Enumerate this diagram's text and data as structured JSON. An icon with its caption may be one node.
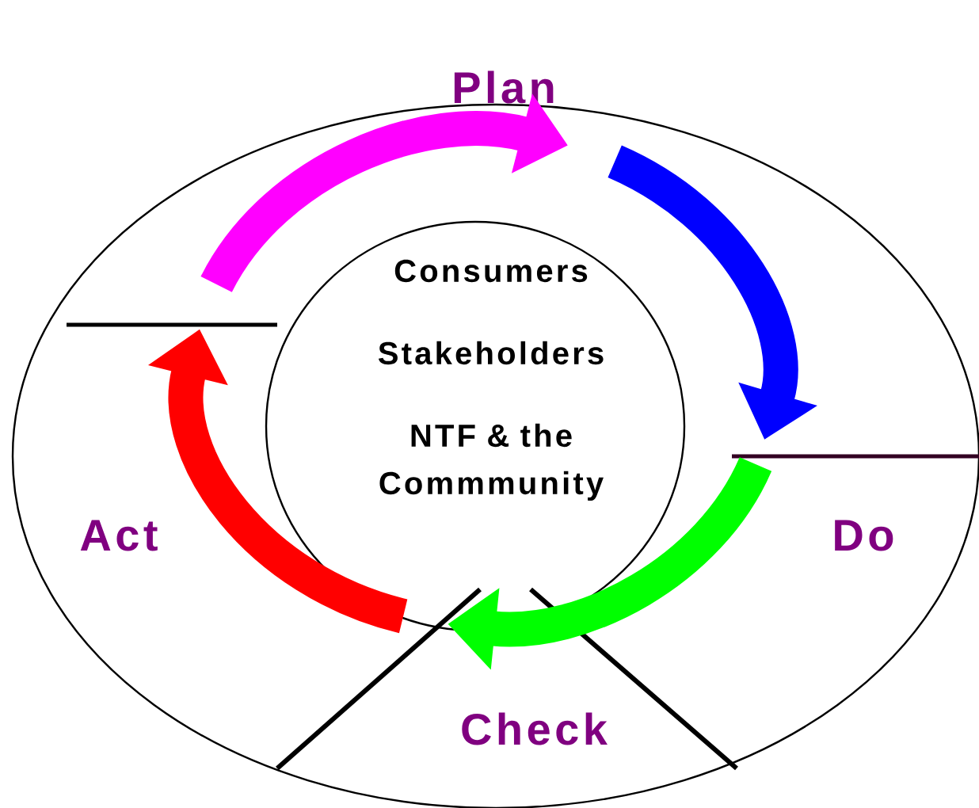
{
  "diagram": {
    "nodes": [
      {
        "text": [
          "Consumers",
          "Stakeholders",
          "NTF & the Commmunity"
        ]
      },
      {
        "text": [
          "Plan"
        ]
      },
      {
        "text": [
          "Do"
        ]
      },
      {
        "text": [
          "Check"
        ]
      },
      {
        "text": [
          "Act"
        ]
      }
    ]
  }
}
